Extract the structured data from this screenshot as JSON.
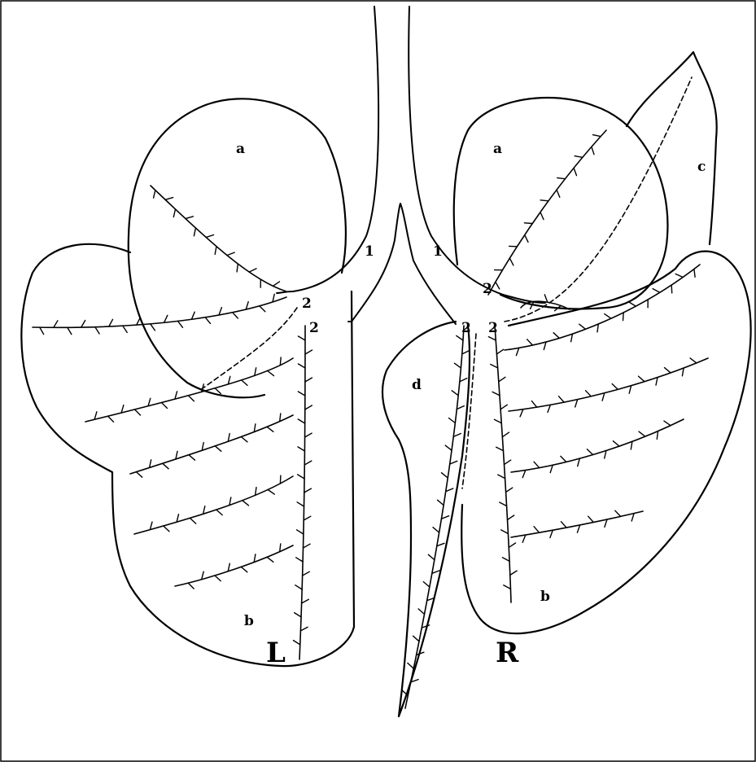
{
  "labels": {
    "left": {
      "upper_lobe": "a",
      "lower_lobe": "b",
      "main_bronchus": "1",
      "lobar_bronchus_upper": "2",
      "lobar_bronchus_lower": "2",
      "side": "L"
    },
    "right": {
      "upper_lobe": "a",
      "middle_lobe": "c",
      "accessory_lobe": "d",
      "lower_lobe": "b",
      "main_bronchus": "1",
      "lobar_bronchus_upper": "2",
      "lobar_bronchus_accessory": "2",
      "lobar_bronchus_lower": "2",
      "side": "R"
    }
  }
}
